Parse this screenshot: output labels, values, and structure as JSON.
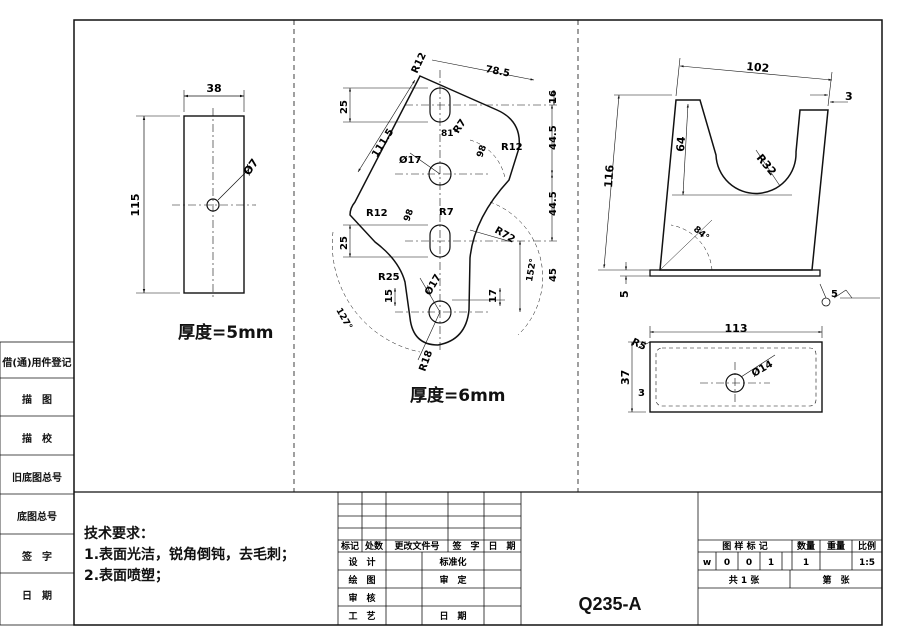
{
  "drawing": {
    "side_tabs": [
      "借(通)用件登记",
      "描　图",
      "描　校",
      "旧底图总号",
      "底图总号",
      "签　字",
      "日　期"
    ],
    "view_left": {
      "width": "38",
      "height": "115",
      "hole": "Ø7",
      "thickness_label": "厚度=5mm"
    },
    "view_center": {
      "dims": [
        "R12",
        "78.5",
        "16",
        "25",
        "R7",
        "81°",
        "111.5",
        "44.5",
        "R12",
        "Ø17",
        "98",
        "R12",
        "R7",
        "98",
        "44.5",
        "25",
        "R72",
        "R25",
        "152°",
        "45",
        "15",
        "Ø17",
        "17",
        "127°",
        "R18"
      ],
      "thickness_label": "厚度=6mm"
    },
    "view_right_front": {
      "dims": [
        "102",
        "3",
        "64",
        "R32",
        "116",
        "84°",
        "5",
        "5"
      ]
    },
    "view_right_bottom": {
      "dims": [
        "113",
        "R5",
        "Ø14",
        "37",
        "3"
      ]
    },
    "notes": {
      "title": "技术要求：",
      "line1": "1.表面光洁，锐角倒钝，去毛刺；",
      "line2": "2.表面喷塑；"
    },
    "title_block": {
      "revision_header": [
        "标记",
        "处数",
        "更改文件号",
        "签　字",
        "日　期"
      ],
      "design": "设　计",
      "standardize": "标准化",
      "drawing": "绘　图",
      "approve": "审　定",
      "review": "审　核",
      "process": "工　艺",
      "date": "日　期",
      "material": "Q235-A",
      "stage_header": "图 样 标 记",
      "qty_header": "数量",
      "weight_header": "重量",
      "scale_header": "比例",
      "stage_values": [
        "w",
        "0",
        "0",
        "1"
      ],
      "qty": "1",
      "scale": "1:5",
      "total_sheets": "共 1 张",
      "sheet_no": "第　张"
    }
  }
}
